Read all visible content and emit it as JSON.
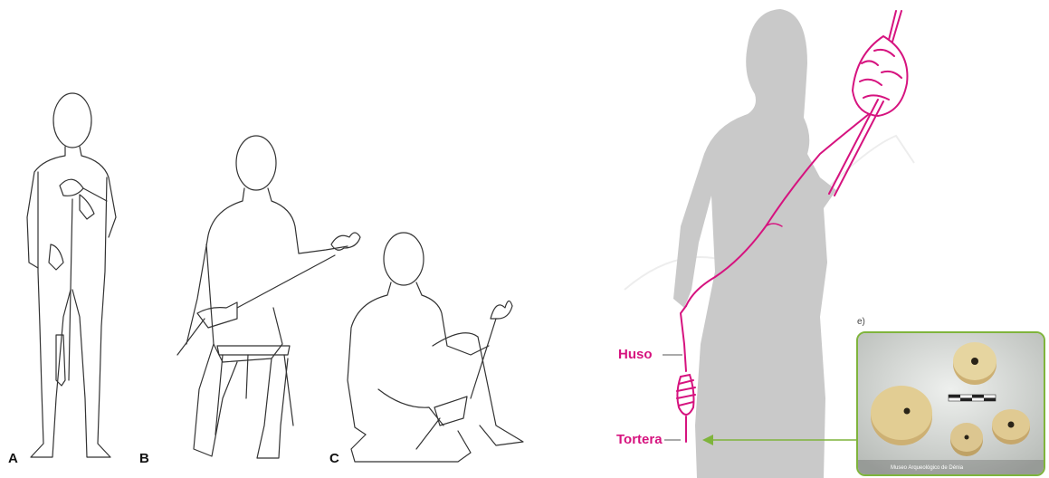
{
  "figure_labels": {
    "a": "A",
    "b": "B",
    "c": "C"
  },
  "spindle_labels": {
    "huso": "Huso",
    "tortera": "Tortera"
  },
  "photo": {
    "tag": "e)",
    "caption": "Museo Arqueológico de Dénia"
  },
  "colors": {
    "accent": "#d6137f",
    "arrow": "#7fb43c",
    "silhouette": "#c9c9c9",
    "line": "#333333"
  }
}
